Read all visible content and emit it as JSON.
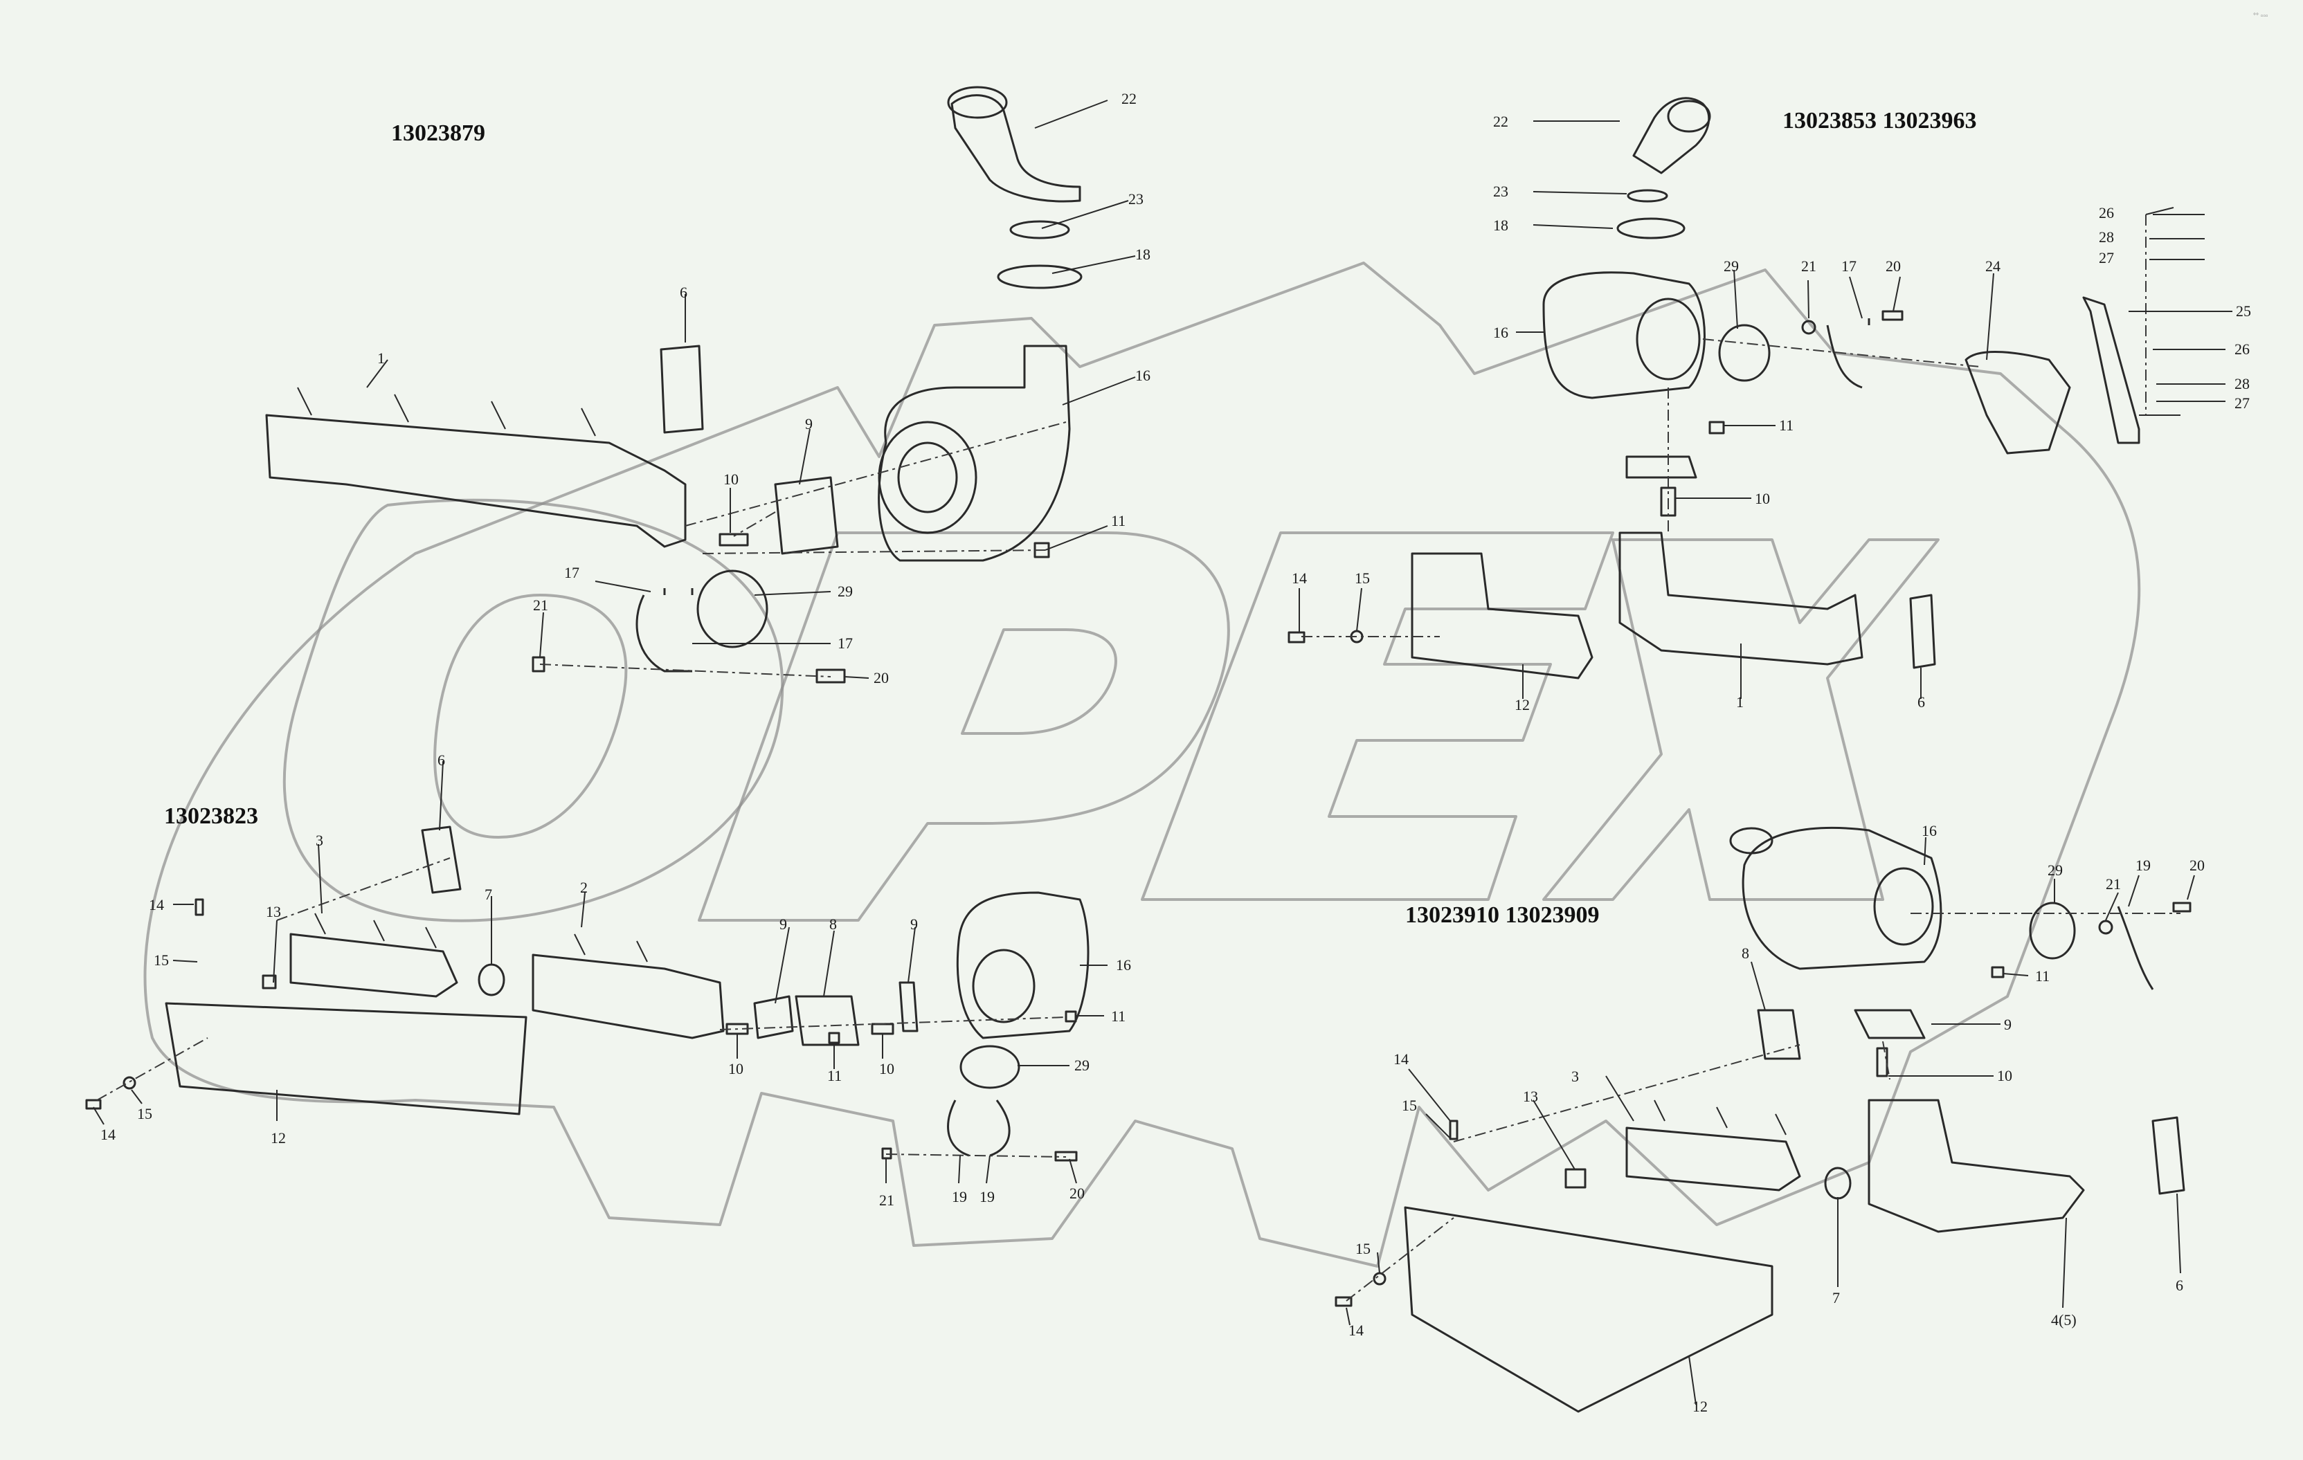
{
  "diagram": {
    "watermark": "OPEX",
    "corner_mark": "°° ▫▫▫",
    "groups": [
      {
        "code": "13023879"
      },
      {
        "code": "13023853 13023963"
      },
      {
        "code": "13023823"
      },
      {
        "code": "13023910 13023909"
      }
    ],
    "callouts": {
      "g1": [
        "22",
        "23",
        "18",
        "16",
        "6",
        "1",
        "9",
        "10",
        "11",
        "17",
        "29",
        "21",
        "17",
        "20"
      ],
      "g2": [
        "22",
        "23",
        "18",
        "16",
        "29",
        "21",
        "17",
        "20",
        "24",
        "26",
        "28",
        "27",
        "25",
        "26",
        "28",
        "27",
        "11",
        "10",
        "14",
        "15",
        "12",
        "1",
        "6"
      ],
      "g3": [
        "6",
        "3",
        "14",
        "13",
        "15",
        "7",
        "2",
        "9",
        "8",
        "9",
        "16",
        "11",
        "10",
        "11",
        "10",
        "29",
        "14",
        "15",
        "12",
        "21",
        "19",
        "19",
        "20"
      ],
      "g4": [
        "16",
        "29",
        "19",
        "21",
        "20",
        "11",
        "8",
        "9",
        "10",
        "14",
        "15",
        "13",
        "3",
        "7",
        "6",
        "4(5)",
        "15",
        "14",
        "12"
      ]
    }
  }
}
